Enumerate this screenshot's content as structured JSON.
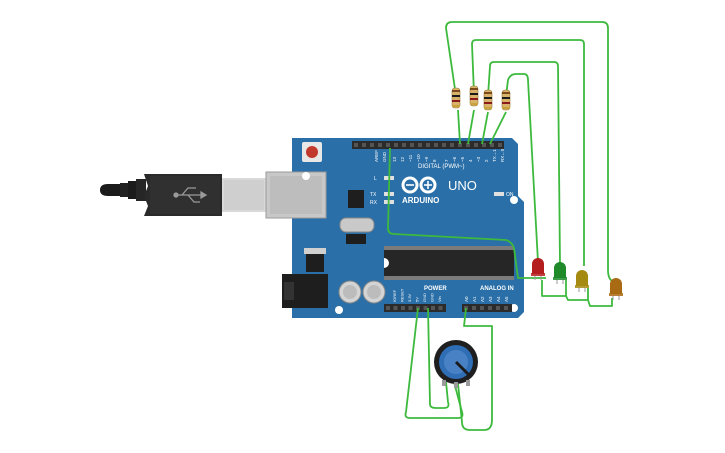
{
  "board": {
    "model": "UNO",
    "brand": "ARDUINO",
    "digital_header": "DIGITAL (PWM~)",
    "aref": "AREF",
    "gnd": "GND",
    "digital_pins": [
      "13",
      "12",
      "~11",
      "~10",
      "~9",
      "8",
      "7",
      "~6",
      "~5",
      "4",
      "~3",
      "2",
      "TX→1",
      "RX←0"
    ],
    "power_header": "POWER",
    "power_pins": [
      "IOREF",
      "RESET",
      "3.3V",
      "5V",
      "GND",
      "GND",
      "Vin"
    ],
    "analog_header": "ANALOG IN",
    "analog_pins": [
      "A0",
      "A1",
      "A2",
      "A3",
      "A4",
      "A5"
    ],
    "led_labels": {
      "l": "L",
      "tx": "TX",
      "rx": "RX",
      "on": "ON"
    }
  },
  "leds": [
    {
      "name": "red-led",
      "color": "#b51e1e"
    },
    {
      "name": "green-led",
      "color": "#1f8a2a"
    },
    {
      "name": "yellow-led",
      "color": "#a58a12"
    },
    {
      "name": "orange-led",
      "color": "#a86a12"
    }
  ],
  "colors": {
    "board": "#2a6fa8",
    "wire": "#3dba3d",
    "header": "#2b2b2b",
    "potentiometer": "#2f6db5"
  }
}
